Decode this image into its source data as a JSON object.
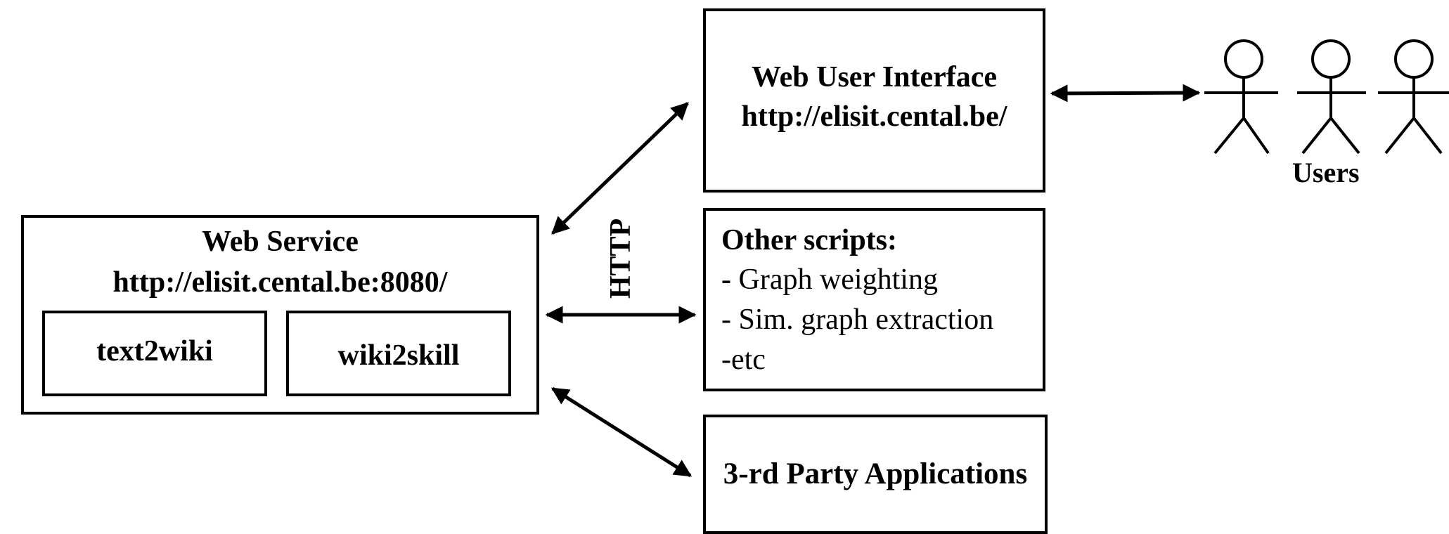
{
  "web_service": {
    "title": "Web Service",
    "url": "http://elisit.cental.be:8080/",
    "modules": [
      "text2wiki",
      "wiki2skill"
    ]
  },
  "web_ui": {
    "title": "Web User Interface",
    "url": "http://elisit.cental.be/"
  },
  "other_scripts": {
    "title": "Other scripts:",
    "bullet_dash": "-",
    "items": [
      " Graph weighting",
      "- Sim. graph extraction",
      "-etc"
    ]
  },
  "third_party": {
    "title": "3-rd Party Applications"
  },
  "protocol_label": "HTTP",
  "users_label": "Users"
}
